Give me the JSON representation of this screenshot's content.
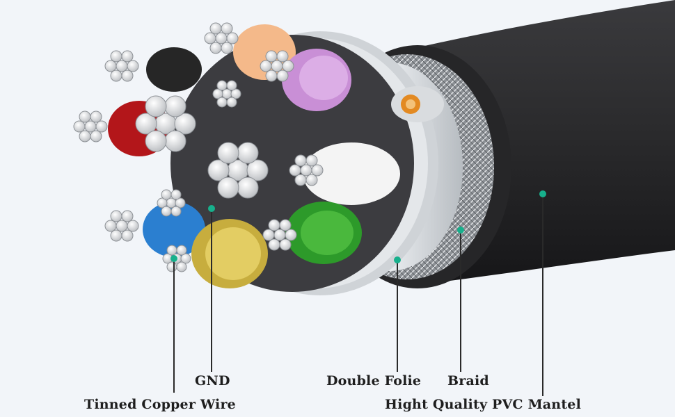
{
  "diagram": {
    "background_color": "#f2f5f9",
    "marker_color": "#17b08c",
    "leader_color": "#2a2a2a",
    "text_color": "#1e1e1e",
    "jacket_color": "#2b2b2d",
    "labels": {
      "gnd": "GND",
      "tinned_copper_wire": "Tinned Copper Wire",
      "double_folie": "Double Folie",
      "braid": "Braid",
      "pvc_mantel": "Hight Quality PVC Mantel"
    }
  }
}
